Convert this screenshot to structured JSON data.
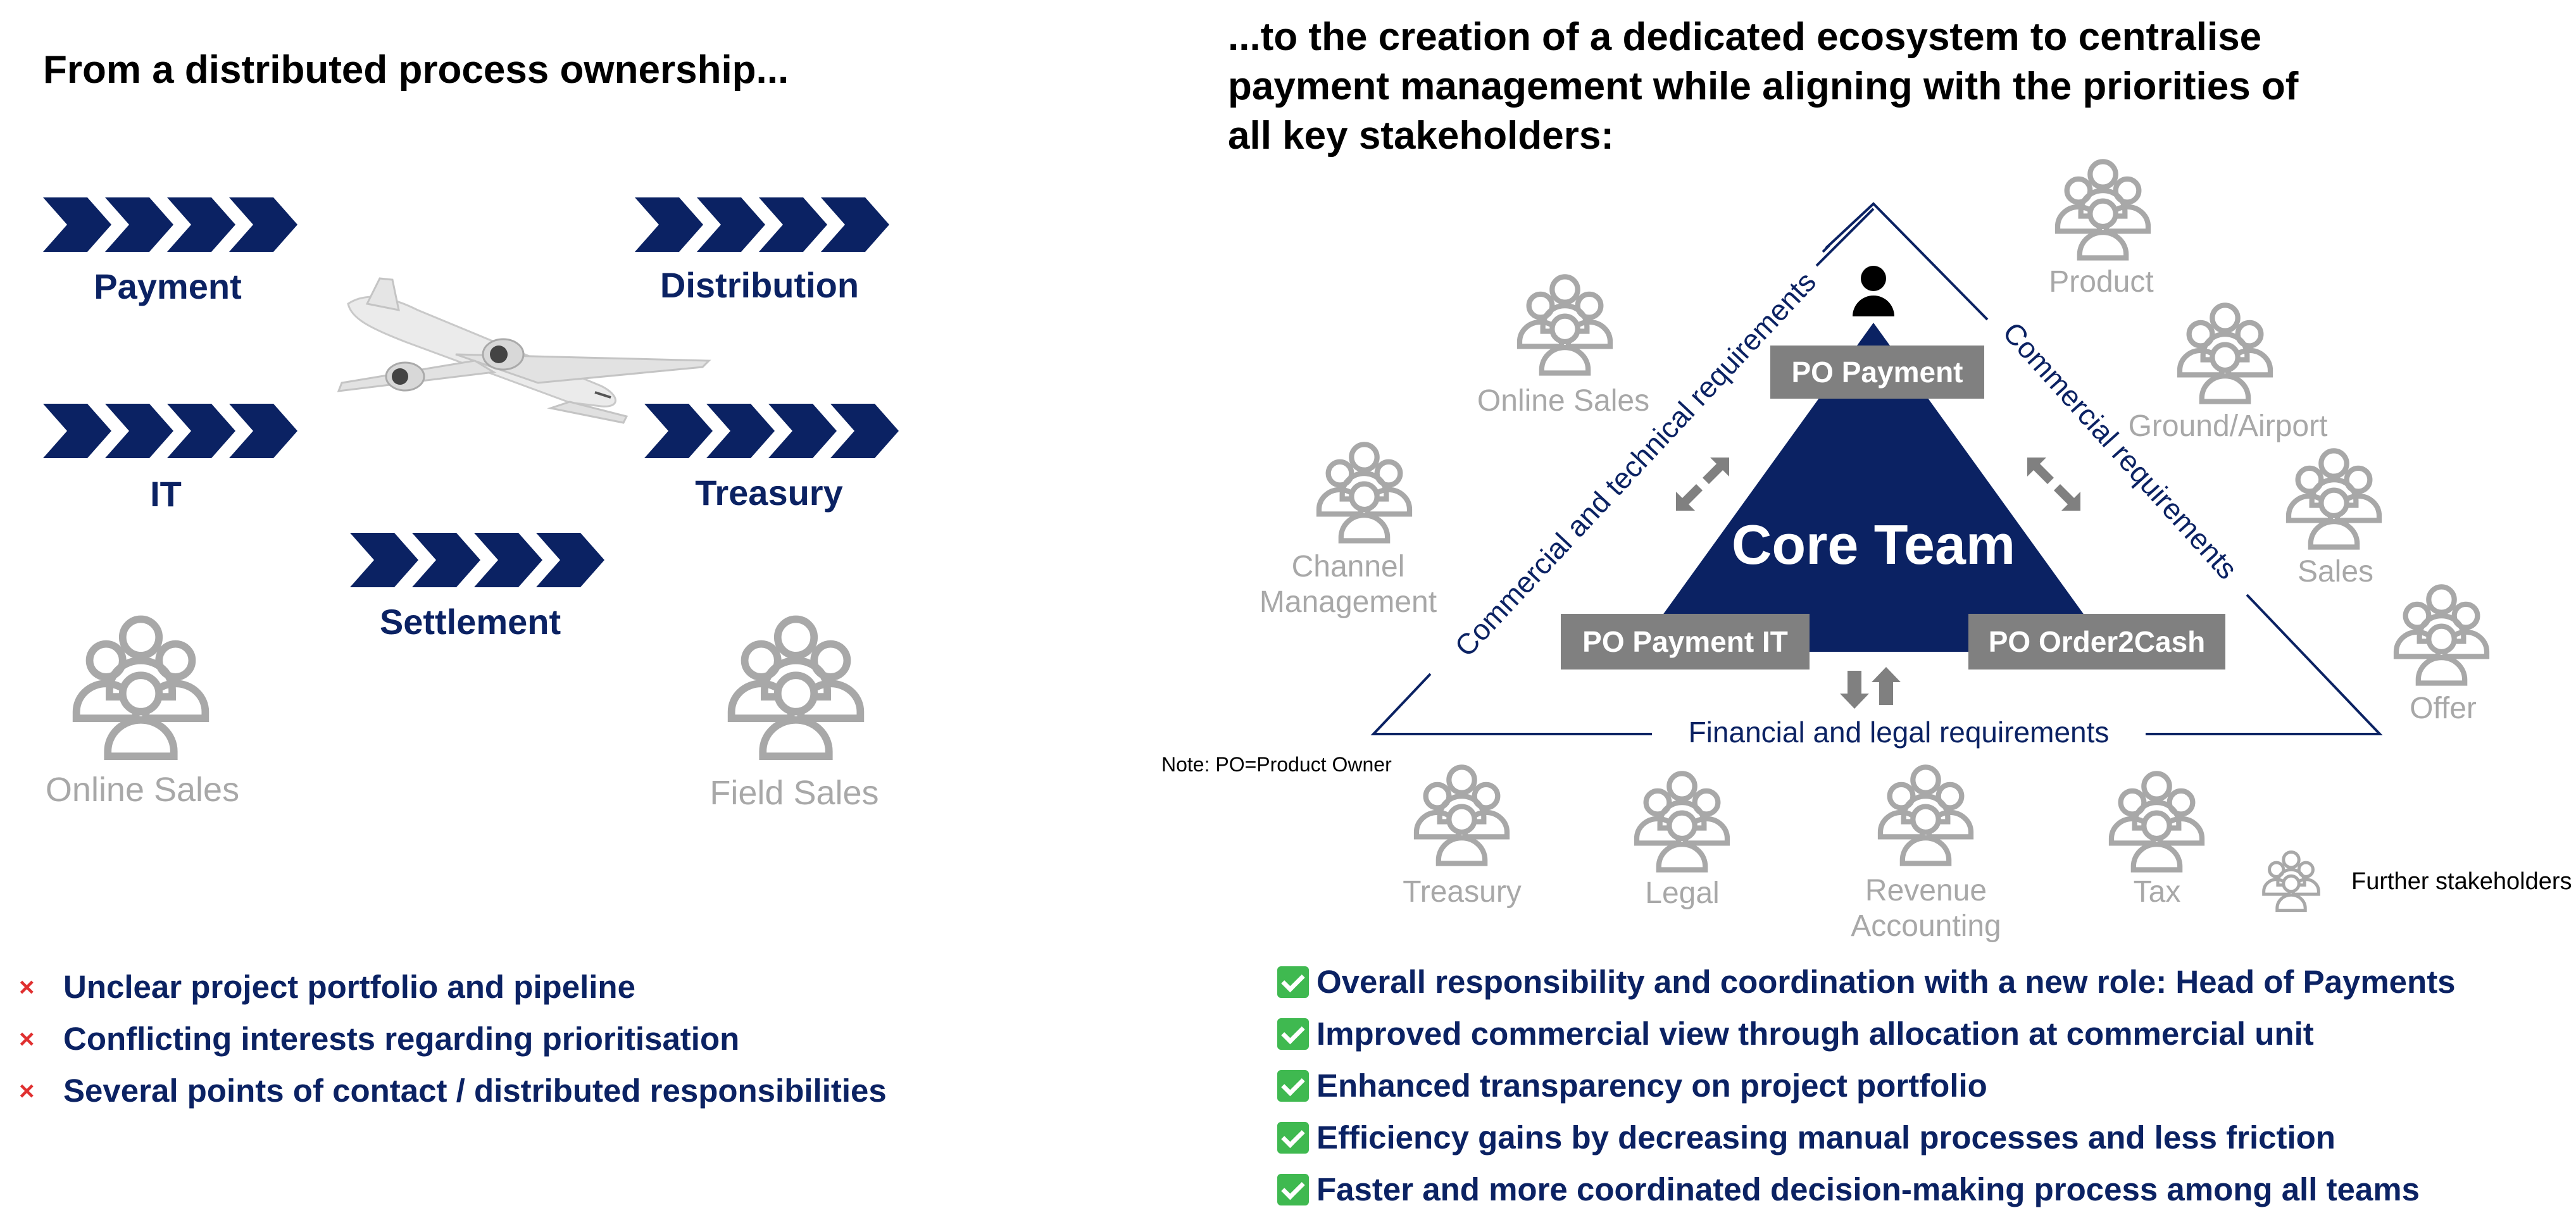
{
  "left": {
    "title": "From a distributed process ownership...",
    "chevron_groups": [
      {
        "label": "Payment"
      },
      {
        "label": "Distribution"
      },
      {
        "label": "IT"
      },
      {
        "label": "Treasury"
      },
      {
        "label": "Settlement"
      }
    ],
    "people": [
      {
        "label": "Online Sales"
      },
      {
        "label": "Field Sales"
      }
    ],
    "bullets": [
      "Unclear project portfolio and pipeline",
      "Conflicting interests regarding prioritisation",
      "Several points of contact / distributed responsibilities"
    ],
    "bullet_marker": "×"
  },
  "right": {
    "title_lines": [
      "...to the creation of a dedicated ecosystem to centralise",
      "payment management while aligning with the priorities of",
      "all key stakeholders:"
    ],
    "core_team": "Core Team",
    "po_payment": "PO Payment",
    "po_payment_it": "PO Payment IT",
    "po_order2cash": "PO Order2Cash",
    "edge_left": "Commercial and technical requirements",
    "edge_right": "Commercial requirements",
    "edge_bottom": "Financial and legal requirements",
    "note": "Note: PO=Product Owner",
    "stakeholders": [
      {
        "label": "Online Sales"
      },
      {
        "label": "Product"
      },
      {
        "label": "Ground/Airport"
      },
      {
        "label": "Channel Management"
      },
      {
        "label": "Sales"
      },
      {
        "label": "Offer"
      },
      {
        "label": "Treasury"
      },
      {
        "label": "Legal"
      },
      {
        "label": "Revenue Accounting"
      },
      {
        "label": "Tax"
      }
    ],
    "legend_label": "Further stakeholders",
    "benefits": [
      "Overall responsibility and coordination with a new role: Head of Payments",
      "Improved commercial view through allocation at commercial unit",
      "Enhanced transparency on project portfolio",
      "Efficiency gains by decreasing manual processes and less friction",
      "Faster and more coordinated decision-making process among all teams"
    ]
  },
  "colors": {
    "navy": "#0b2263",
    "grey_box": "#808080",
    "people_grey": "#a8a8a8",
    "check_green": "#3fb950",
    "x_red": "#e03030"
  },
  "icons": [
    "chevron-arrow-icon",
    "airplane-icon",
    "people-group-icon",
    "person-icon",
    "exchange-arrows-icon",
    "check-icon",
    "cross-icon"
  ]
}
